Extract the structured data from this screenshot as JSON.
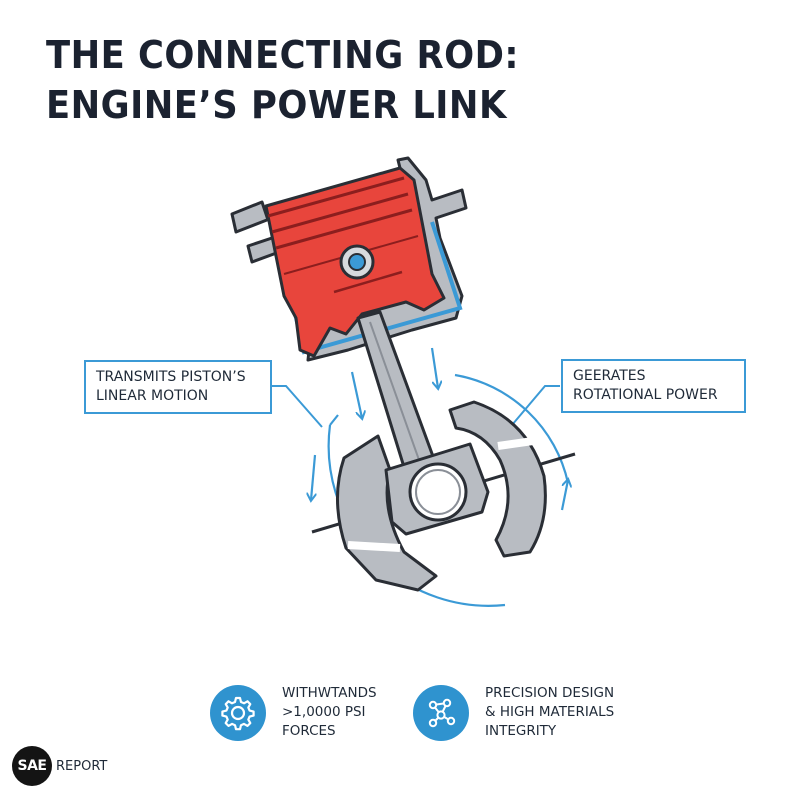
{
  "title": {
    "line1": "THE CONNECTING ROD:",
    "line2": "ENGINE’S POWER LINK"
  },
  "callouts": {
    "left": {
      "line1": "TRANSMITS PISTON’S",
      "line2": "LINEAR MOTION"
    },
    "right": {
      "line1": "GEERATES",
      "line2": "ROTATIONAL POWER"
    }
  },
  "features": [
    {
      "icon": "gear-icon",
      "lines": [
        "WITHWTANDS",
        ">1,0000 PSI",
        "FORCES"
      ]
    },
    {
      "icon": "molecule-network-icon",
      "lines": [
        "PRECISION DESIGN",
        "& HIGH MATERIALS",
        "INTEGRITY"
      ]
    }
  ],
  "brand": {
    "logo": "SAE",
    "label": "REPORT"
  },
  "colors": {
    "piston_red": "#e8453c",
    "piston_dark": "#8c1e1e",
    "metal_gray": "#b8bcc2",
    "outline": "#2a2e35",
    "accent_blue": "#3b9ad6",
    "title_dark": "#1b2230"
  }
}
